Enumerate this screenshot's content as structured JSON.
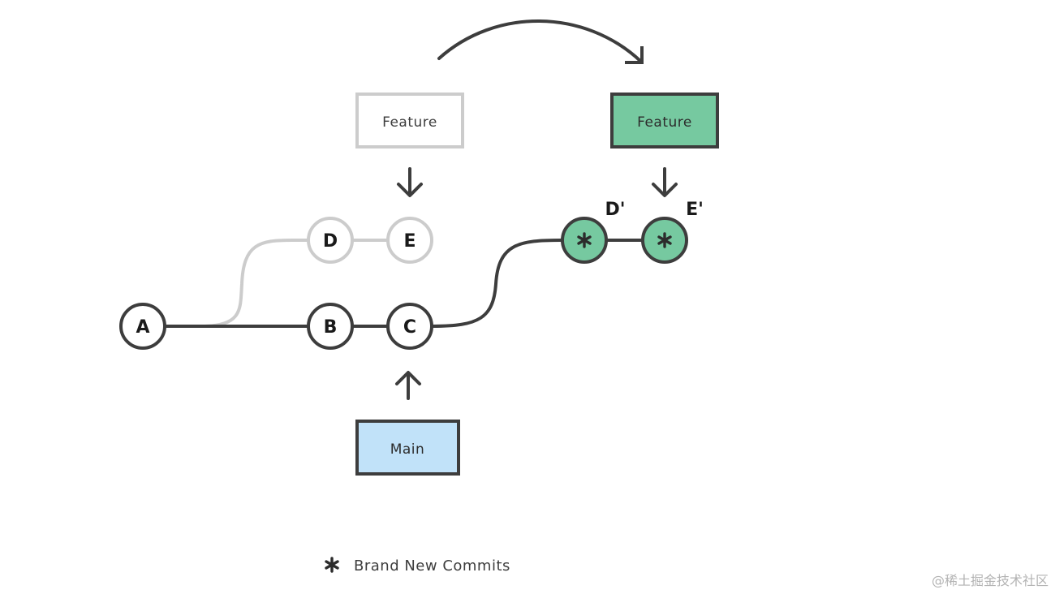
{
  "colors": {
    "stroke": "#3d3d3d",
    "faded": "#cccccc",
    "new_commit_fill": "#76c9a0",
    "main_fill": "#c1e2f9",
    "white": "#ffffff"
  },
  "branches": {
    "feature_old": {
      "label": "Feature"
    },
    "feature_new": {
      "label": "Feature"
    },
    "main": {
      "label": "Main"
    }
  },
  "commits": {
    "a": {
      "label": "A"
    },
    "b": {
      "label": "B"
    },
    "c": {
      "label": "C"
    },
    "d": {
      "label": "D"
    },
    "e": {
      "label": "E"
    },
    "d_prime": {
      "label": "D'"
    },
    "e_prime": {
      "label": "E'"
    }
  },
  "legend": {
    "icon": "asterisk-icon",
    "text": "Brand New Commits"
  },
  "watermark": "@稀土掘金技术社区"
}
